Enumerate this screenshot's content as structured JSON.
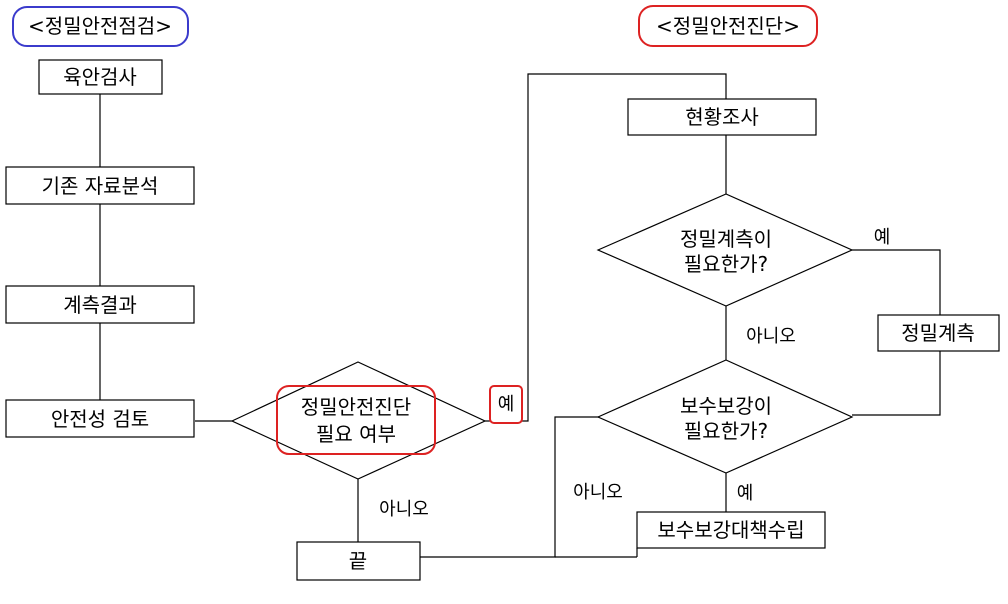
{
  "headers": {
    "inspection": "<정밀안전점검>",
    "diagnosis": "<정밀안전진단>"
  },
  "nodes": {
    "visual_inspection": "육안검사",
    "existing_data": "기존  자료분석",
    "measurement_result": "계측결과",
    "safety_review": "안전성  검토",
    "need_diagnosis_line1": "정밀안전진단",
    "need_diagnosis_line2": "필요  여부",
    "end": "끝",
    "site_survey": "현황조사",
    "need_measurement_line1": "정밀계측이",
    "need_measurement_line2": "필요한가?",
    "precise_measurement": "정밀계측",
    "need_repair_line1": "보수보강이",
    "need_repair_line2": "필요한가?",
    "repair_plan": "보수보강대책수립"
  },
  "labels": {
    "yes_diagnosis": "예",
    "no_diagnosis": "아니오",
    "yes_measurement": "예",
    "no_measurement": "아니오",
    "yes_repair": "예",
    "no_repair": "아니오"
  },
  "colors": {
    "inspection_header_border": "#3b3bcc",
    "diagnosis_header_border": "#dd2222",
    "highlight_border": "#dd2222",
    "line": "#000000"
  }
}
